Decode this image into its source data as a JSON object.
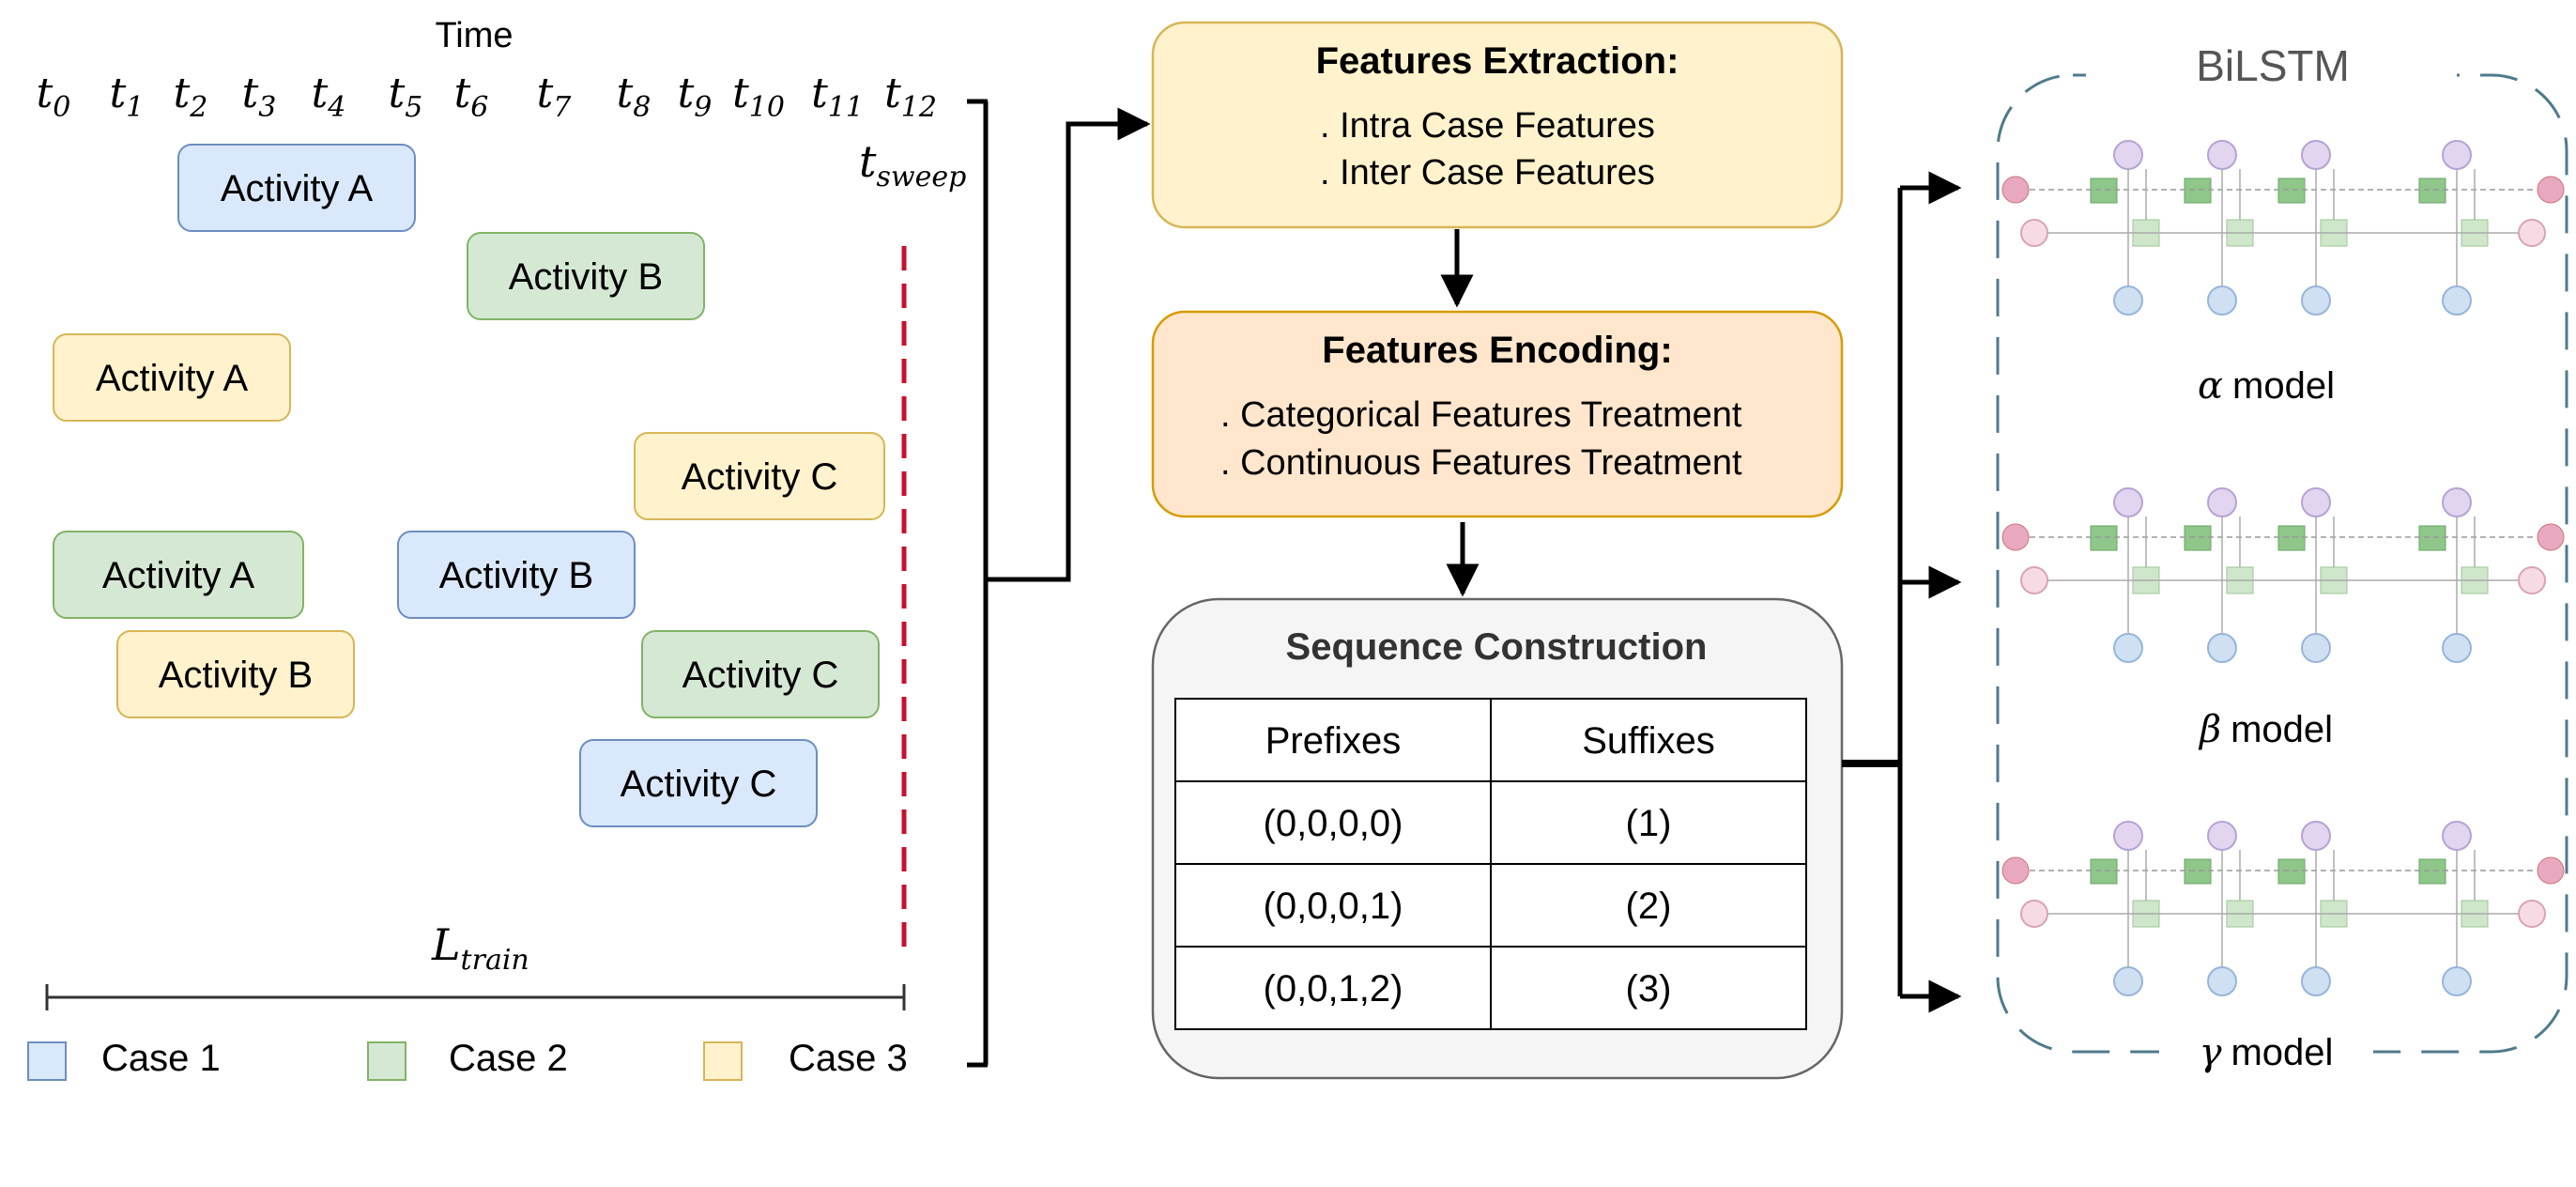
{
  "timeline": {
    "time_label": "Time",
    "ticks": [
      {
        "base": "t",
        "sub": "0"
      },
      {
        "base": "t",
        "sub": "1"
      },
      {
        "base": "t",
        "sub": "2"
      },
      {
        "base": "t",
        "sub": "3"
      },
      {
        "base": "t",
        "sub": "4"
      },
      {
        "base": "t",
        "sub": "5"
      },
      {
        "base": "t",
        "sub": "6"
      },
      {
        "base": "t",
        "sub": "7"
      },
      {
        "base": "t",
        "sub": "8"
      },
      {
        "base": "t",
        "sub": "9"
      },
      {
        "base": "t",
        "sub": "10"
      },
      {
        "base": "t",
        "sub": "11"
      },
      {
        "base": "t",
        "sub": "12"
      }
    ],
    "sweep_label": {
      "base": "t",
      "sub": "sweep"
    },
    "train_label": {
      "base": "L",
      "sub": "train"
    },
    "activities": [
      {
        "label": "Activity A",
        "case": 1
      },
      {
        "label": "Activity B",
        "case": 2
      },
      {
        "label": "Activity A",
        "case": 3
      },
      {
        "label": "Activity C",
        "case": 3
      },
      {
        "label": "Activity A",
        "case": 2
      },
      {
        "label": "Activity B",
        "case": 1
      },
      {
        "label": "Activity B",
        "case": 3
      },
      {
        "label": "Activity C",
        "case": 2
      },
      {
        "label": "Activity C",
        "case": 1
      }
    ],
    "legend": [
      {
        "label": "Case 1",
        "color": "#dae8fc"
      },
      {
        "label": "Case 2",
        "color": "#d5e8d4"
      },
      {
        "label": "Case 3",
        "color": "#fff2cc"
      }
    ]
  },
  "extraction": {
    "title": "Features Extraction:",
    "items": [
      ". Intra Case Features",
      ". Inter Case Features"
    ]
  },
  "encoding": {
    "title": "Features Encoding:",
    "items": [
      ". Categorical Features Treatment",
      ". Continuous Features Treatment"
    ]
  },
  "sequence": {
    "title": "Sequence Construction",
    "headers": [
      "Prefixes",
      "Suffixes"
    ],
    "rows": [
      [
        "(0,0,0,0)",
        "(1)"
      ],
      [
        "(0,0,0,1)",
        "(2)"
      ],
      [
        "(0,0,1,2)",
        "(3)"
      ]
    ]
  },
  "bilstm": {
    "title": "BiLSTM",
    "models": [
      {
        "greek": "α",
        "label": "model"
      },
      {
        "greek": "β",
        "label": "model"
      },
      {
        "greek": "γ",
        "label": "model"
      }
    ]
  },
  "colors": {
    "case1_fill": "#dae8fc",
    "case1_stroke": "#6c8ebf",
    "case2_fill": "#d5e8d4",
    "case2_stroke": "#82b366",
    "case3_fill": "#fff2cc",
    "case3_stroke": "#d6b656",
    "extraction_fill": "#fff2cc",
    "encoding_fill": "#ffe6cc",
    "sweep_line": "#c8102e"
  }
}
